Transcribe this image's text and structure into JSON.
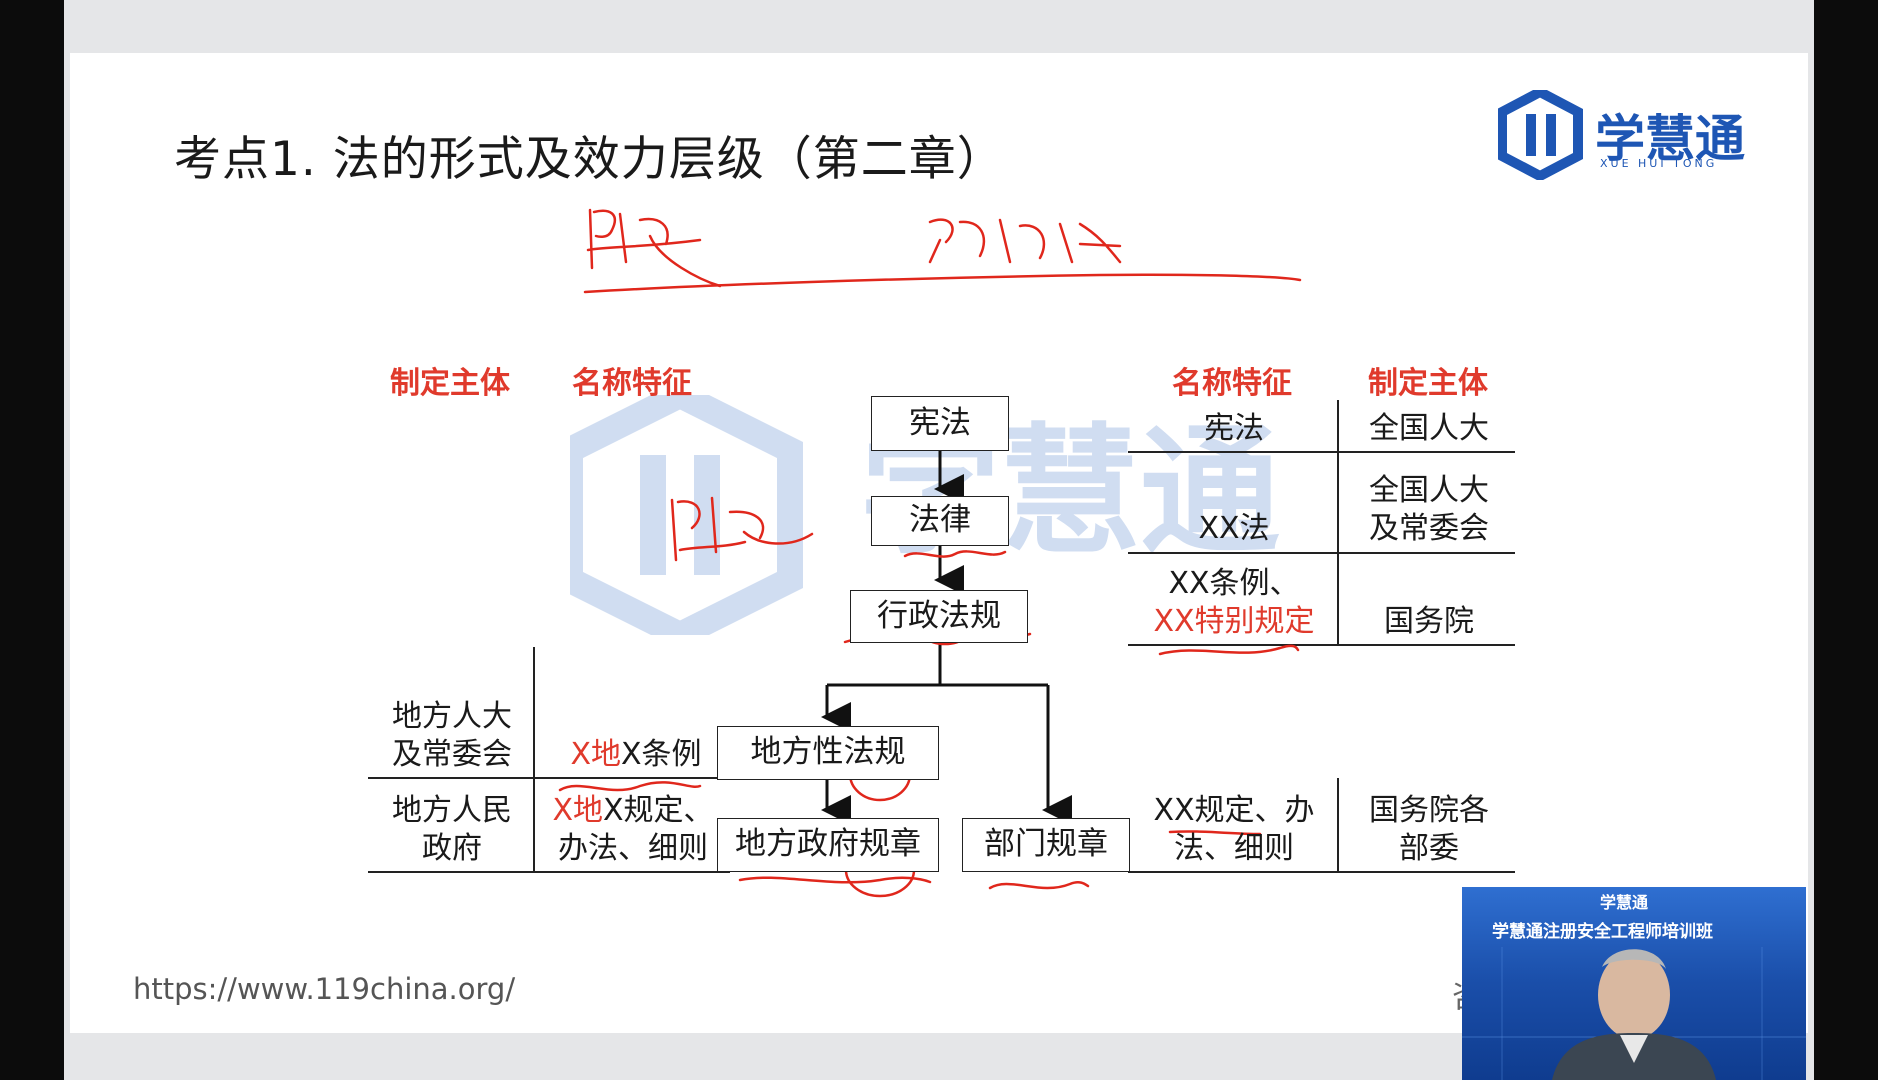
{
  "slide": {
    "title": "考点1. 法的形式及效力层级（第二章）",
    "url": "https://www.119china.org/",
    "cut_text": "咨",
    "brand": {
      "name": "学慧通",
      "pinyin": "XUE HUI TONG"
    }
  },
  "headers": {
    "left_subject": "制定主体",
    "left_name": "名称特征",
    "right_name": "名称特征",
    "right_subject": "制定主体"
  },
  "hierarchy": {
    "constitution": "宪法",
    "law": "法律",
    "admin_reg": "行政法规",
    "local_reg": "地方性法规",
    "local_gov_rule": "地方政府规章",
    "dept_rule": "部门规章"
  },
  "left_table": {
    "r1_subject_1": "地方人大",
    "r1_subject_2": "及常委会",
    "r1_name_red": "X地",
    "r1_name_black": "X条例",
    "r2_subject_1": "地方人民",
    "r2_subject_2": "政府",
    "r2_name_red": "X地",
    "r2_name_black": "X规定、",
    "r2_name_2": "办法、细则"
  },
  "right_table": {
    "r1_name": "宪法",
    "r1_subject": "全国人大",
    "r2_name": "XX法",
    "r2_subject_1": "全国人大",
    "r2_subject_2": "及常委会",
    "r3_name_1": "XX条例、",
    "r3_name_2": "XX特别规定",
    "r3_subject": "国务院",
    "r4_name_1": "XX规定、办",
    "r4_name_2": "法、细则",
    "r4_subject_1": "国务院各",
    "r4_subject_2": "部委"
  },
  "video": {
    "brand": "学慧通",
    "banner": "学慧通注册安全工程师培训班"
  },
  "colors": {
    "accent_red": "#e03a2c",
    "brand_blue": "#1e56b4",
    "ink_red": "#e0271c"
  }
}
